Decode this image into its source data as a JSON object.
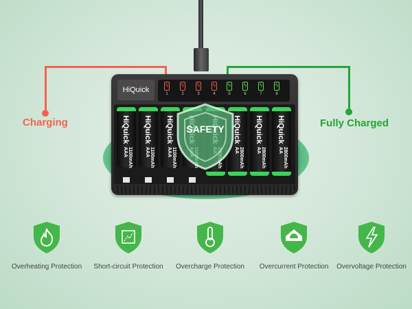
{
  "charger": {
    "brand": "HiQuick",
    "slots": [
      {
        "num": "1",
        "state": "charging",
        "color": "#f25a4a"
      },
      {
        "num": "2",
        "state": "charging",
        "color": "#f25a4a"
      },
      {
        "num": "3",
        "state": "charging",
        "color": "#f25a4a"
      },
      {
        "num": "4",
        "state": "charging",
        "color": "#f25a4a"
      },
      {
        "num": "5",
        "state": "full",
        "color": "#5be04a"
      },
      {
        "num": "6",
        "state": "full",
        "color": "#5be04a"
      },
      {
        "num": "7",
        "state": "full",
        "color": "#5be04a"
      },
      {
        "num": "8",
        "state": "full",
        "color": "#5be04a"
      }
    ],
    "batteries": [
      {
        "brand": "HiQuick",
        "capacity": "1100mAh AAA"
      },
      {
        "brand": "HiQuick",
        "capacity": "1100mAh AAA"
      },
      {
        "brand": "HiQuick",
        "capacity": "1100mAh AAA"
      },
      {
        "brand": "HiQuick",
        "capacity": "1100mAh AAA"
      },
      {
        "brand": "HiQuick",
        "capacity": "2800mAh AA"
      },
      {
        "brand": "HiQuick",
        "capacity": "2800mAh AA"
      },
      {
        "brand": "HiQuick",
        "capacity": "2800mAh AA"
      },
      {
        "brand": "HiQuick",
        "capacity": "2800mAh AA"
      }
    ]
  },
  "callouts": {
    "charging": "Charging",
    "fully_charged": "Fully Charged",
    "charging_color": "#f26450",
    "full_color": "#22a634"
  },
  "badge": {
    "text": "SAFETY"
  },
  "features": [
    {
      "icon": "flame-icon",
      "label": "Overheating Protection"
    },
    {
      "icon": "circuit-icon",
      "label": "Short-circuit Protection"
    },
    {
      "icon": "thermometer-icon",
      "label": "Overcharge Protection"
    },
    {
      "icon": "dome-icon",
      "label": "Overcurrent Protection"
    },
    {
      "icon": "lightning-icon",
      "label": "Overvoltage Protection"
    }
  ]
}
